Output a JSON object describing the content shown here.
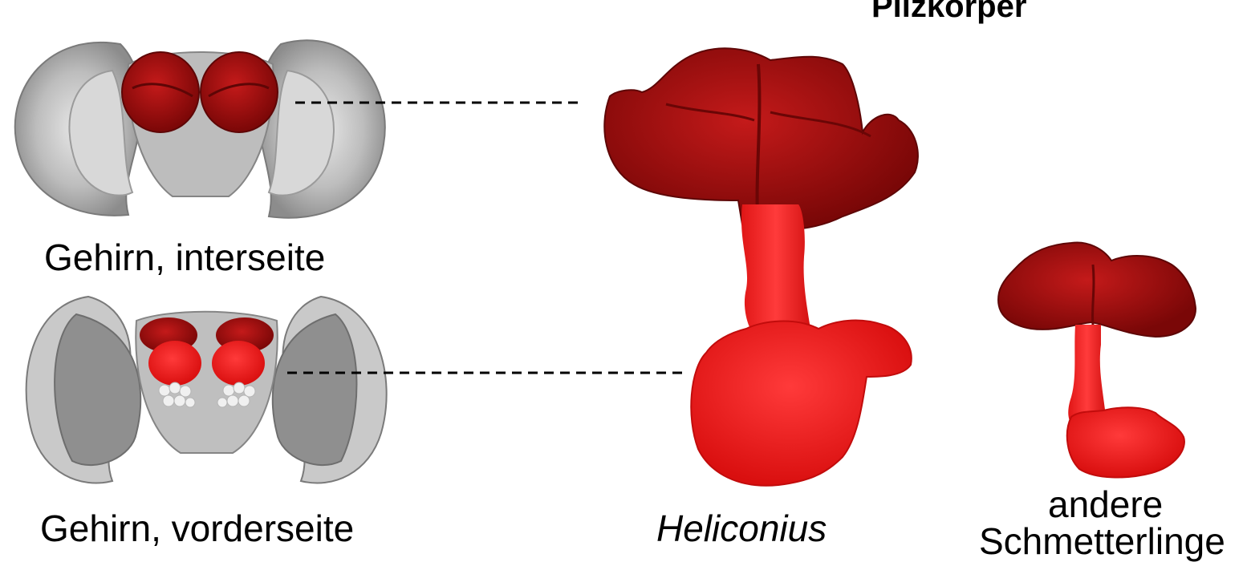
{
  "title": "Pilzkörper",
  "labels": {
    "brain_top": "Gehirn, interseite",
    "brain_bottom": "Gehirn, vorderseite",
    "species_main": "Heliconius",
    "species_other_line1": "andere",
    "species_other_line2": "Schmetterlinge"
  },
  "colors": {
    "mushroom_body_dark": "#a50d0d",
    "mushroom_body_bright": "#f21a1a",
    "brain_gray": "#9a9a9a"
  }
}
